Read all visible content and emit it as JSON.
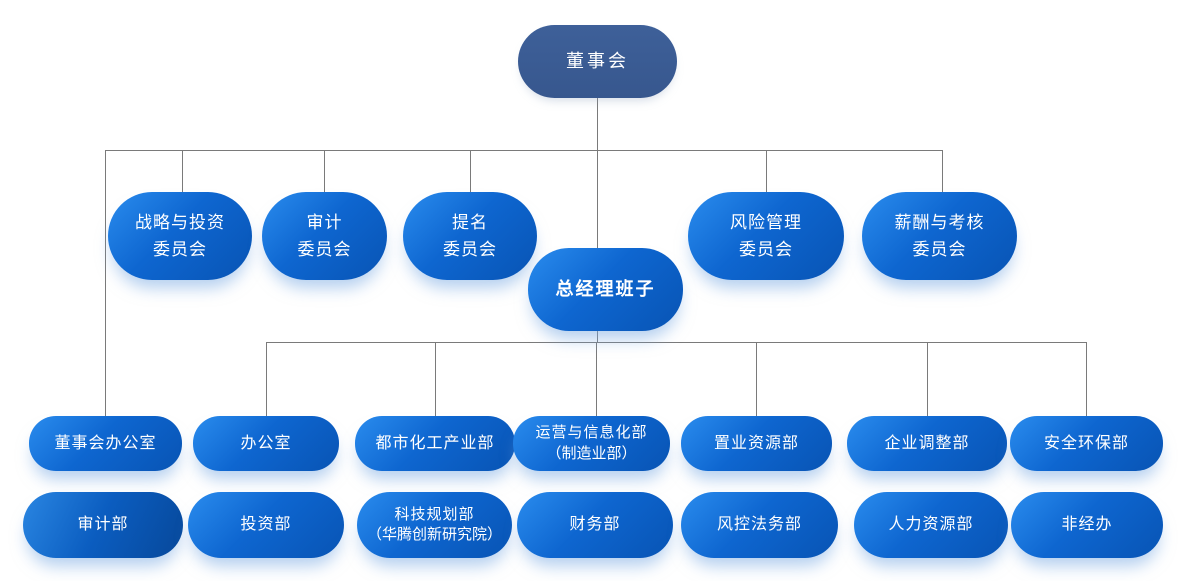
{
  "org": {
    "board": {
      "label": "董事会",
      "lines": [
        "董事会"
      ]
    },
    "committees": [
      {
        "label": "战略与投资委员会",
        "lines": [
          "战略与投资",
          "委员会"
        ]
      },
      {
        "label": "审计委员会",
        "lines": [
          "审计",
          "委员会"
        ]
      },
      {
        "label": "提名委员会",
        "lines": [
          "提名",
          "委员会"
        ]
      },
      {
        "label": "风险管理委员会",
        "lines": [
          "风险管理",
          "委员会"
        ]
      },
      {
        "label": "薪酬与考核委员会",
        "lines": [
          "薪酬与考核",
          "委员会"
        ]
      }
    ],
    "gm": {
      "label": "总经理班子",
      "lines": [
        "总经理班子"
      ]
    },
    "row3": [
      {
        "label": "董事会办公室",
        "lines": [
          "董事会办公室"
        ]
      },
      {
        "label": "办公室",
        "lines": [
          "办公室"
        ]
      },
      {
        "label": "都市化工产业部",
        "lines": [
          "都市化工产业部"
        ]
      },
      {
        "label": "运营与信息化部（制造业部）",
        "lines": [
          "运营与信息化部",
          "（制造业部）"
        ]
      },
      {
        "label": "置业资源部",
        "lines": [
          "置业资源部"
        ]
      },
      {
        "label": "企业调整部",
        "lines": [
          "企业调整部"
        ]
      },
      {
        "label": "安全环保部",
        "lines": [
          "安全环保部"
        ]
      }
    ],
    "row4": [
      {
        "label": "审计部",
        "lines": [
          "审计部"
        ]
      },
      {
        "label": "投资部",
        "lines": [
          "投资部"
        ]
      },
      {
        "label": "科技规划部（华腾创新研究院）",
        "lines": [
          "科技规划部",
          "（华腾创新研究院）"
        ]
      },
      {
        "label": "财务部",
        "lines": [
          "财务部"
        ]
      },
      {
        "label": "风控法务部",
        "lines": [
          "风控法务部"
        ]
      },
      {
        "label": "人力资源部",
        "lines": [
          "人力资源部"
        ]
      },
      {
        "label": "非经办",
        "lines": [
          "非经办"
        ]
      }
    ],
    "colors": {
      "board_fill": "#3a5b97",
      "node_blue_light": "#2a8cee",
      "node_blue_dark": "#0854b4",
      "audit_dept_dark": "#07489a",
      "connector_line": "#7a7a7a",
      "text": "#ffffff",
      "background": "#ffffff"
    }
  }
}
